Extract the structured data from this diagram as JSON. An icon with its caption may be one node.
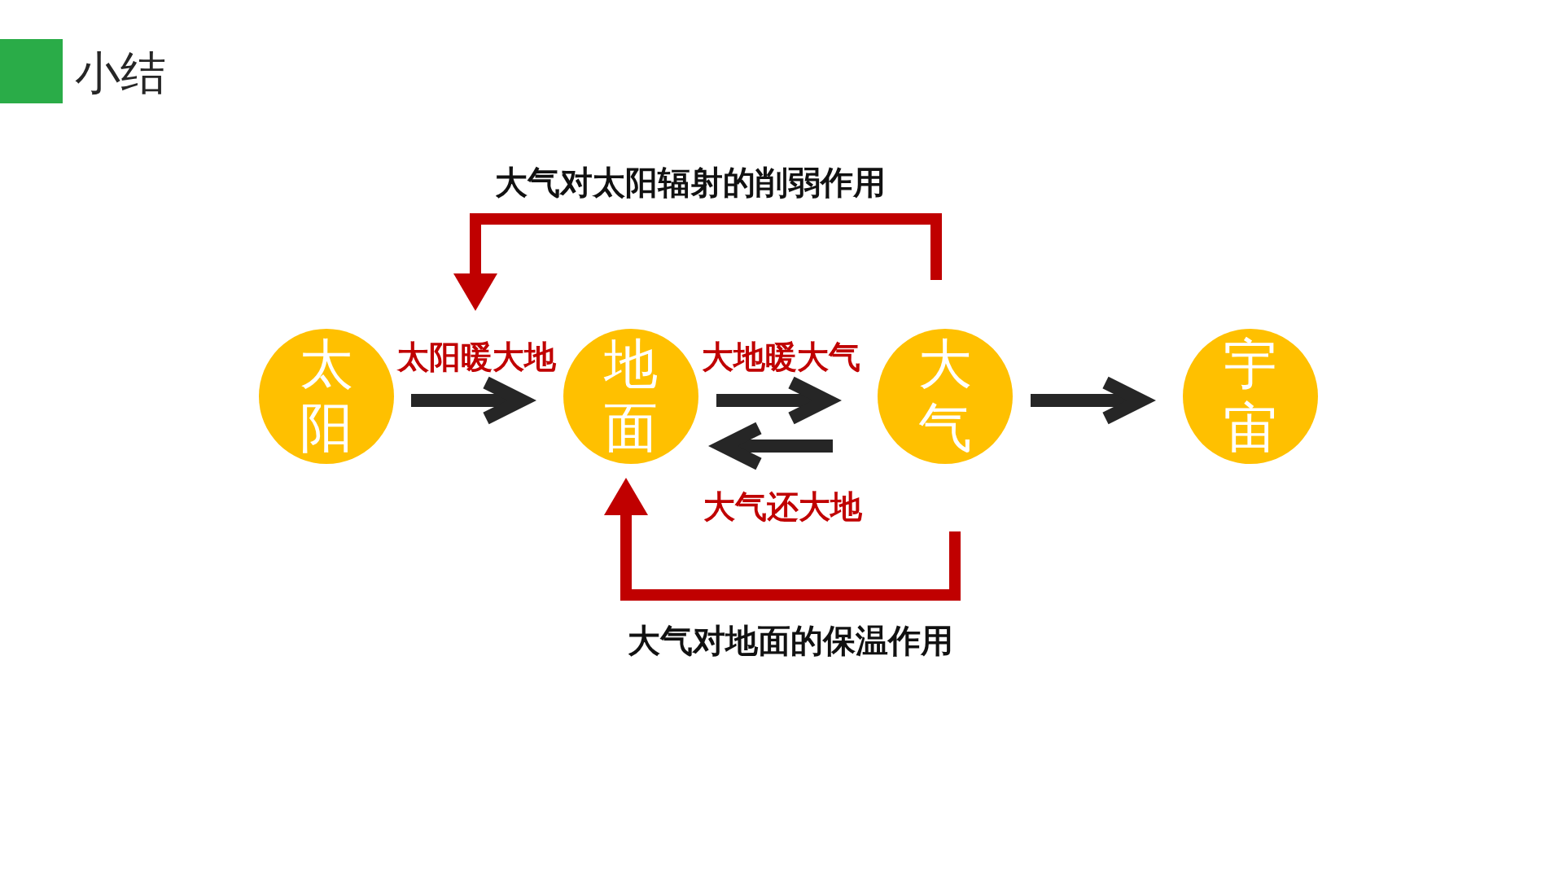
{
  "diagram": {
    "title": "小结",
    "nodes": [
      {
        "text": [
          "太阳"
        ]
      },
      {
        "text": [
          "地面"
        ]
      },
      {
        "text": [
          "大气"
        ]
      },
      {
        "text": [
          "宇宙"
        ]
      }
    ],
    "edges": [
      {
        "from": 0,
        "to": 1,
        "arrow": "to",
        "label": "太阳暖大地"
      },
      {
        "from": 1,
        "to": 2,
        "arrow": "to",
        "label": "大地暖大气"
      },
      {
        "from": 2,
        "to": 1,
        "arrow": "to",
        "label": "大气还大地"
      },
      {
        "from": 2,
        "to": 3,
        "arrow": "to"
      },
      {
        "from": 2,
        "to": null,
        "arrow": "to",
        "label": "大气对太阳辐射的削弱作用",
        "color": "#c00000"
      },
      {
        "from": 2,
        "to": 1,
        "arrow": "to",
        "label": "大气对地面的保温作用",
        "color": "#c00000"
      }
    ]
  }
}
